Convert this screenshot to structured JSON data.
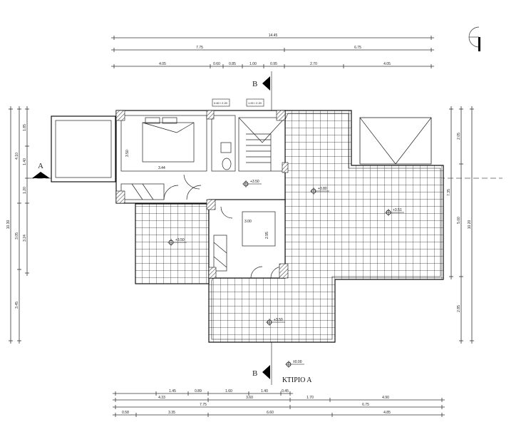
{
  "drawing": {
    "title": "ΚΤΙΡΙΟ Α",
    "section_a": "A",
    "section_b_top": "B",
    "section_b_bottom": "B"
  },
  "dimensions": {
    "top": {
      "total": "14.45",
      "halves": [
        "7.75",
        "6.75"
      ],
      "segments": [
        "4.05",
        "0.60",
        "0.85",
        "1.00",
        "0.95",
        "2.70",
        "4.05"
      ]
    },
    "bottom": {
      "row1": [
        "1.45",
        "0.89",
        "1.60",
        "1.40",
        "0.45"
      ],
      "row2": [
        "4.33",
        "3.60",
        "1.70",
        "4.90"
      ],
      "row3": [
        "7.75",
        "6.75"
      ],
      "row4": [
        "0.58",
        "3.35",
        "6.60",
        "4.85"
      ]
    },
    "left": {
      "total": "10.30",
      "col2": [
        "4.10",
        "3.05",
        "3.45"
      ],
      "col3": [
        "1.85",
        "1.40",
        "1.20",
        "3.24"
      ]
    },
    "right": {
      "col1": [
        "7.35"
      ],
      "col2": [
        "2.05",
        "5.00",
        "2.85"
      ],
      "total": "10.20"
    }
  },
  "rooms": {
    "bedroom_width": "3.44",
    "bedroom_depth": "3.50",
    "room2_width": "3.00",
    "room2_depth": "2.95"
  },
  "windows": [
    {
      "tag": "0.60 / 2.20"
    },
    {
      "tag": "1.00 / 2.20"
    }
  ],
  "elevations": {
    "terrace_left": "+3.50",
    "hall": "+3.50",
    "terrace_right_top": "+3.80",
    "terrace_right": "+3.51",
    "terrace_bottom": "+3.50",
    "ground": "±0.00"
  }
}
